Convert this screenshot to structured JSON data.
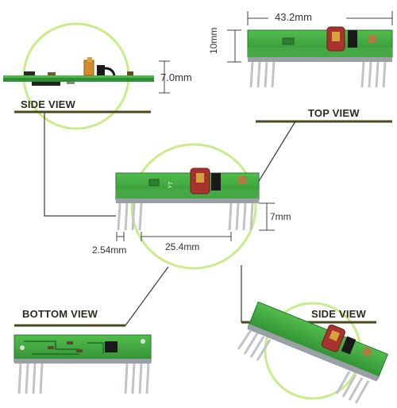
{
  "views": {
    "side_view_1": "SIDE VIEW",
    "top_view": "TOP VIEW",
    "bottom_view": "BOTTOM VIEW",
    "side_view_2": "SIDE VIEW"
  },
  "dimensions": {
    "height_side": "7.0mm",
    "board_width": "43.2mm",
    "board_height": "10mm",
    "pin_length": "7mm",
    "pin_pitch": "2.54mm",
    "pin_span": "25.4mm"
  },
  "silkscreen": {
    "crystal_label": "YT"
  },
  "colors": {
    "pcb_green": "#3aa63a",
    "pcb_dark": "#1f7a2a",
    "pin_silver": "#c8ccd0",
    "connector_gray": "#9aa0a6",
    "inductor_red": "#a8322d",
    "transistor_black": "#1a1a1a",
    "label_underline": "#4b4a1e",
    "circle_glow": "#c9ec8a",
    "leader_line": "#3a3a3a"
  }
}
